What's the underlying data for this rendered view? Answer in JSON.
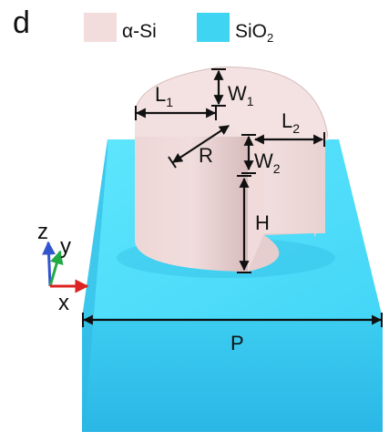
{
  "panel_label": "d",
  "legend": [
    {
      "label": "α-Si",
      "color": "#f2dcdc"
    },
    {
      "label": "SiO",
      "sub": "2",
      "color": "#3fd4f2"
    }
  ],
  "dimensions": {
    "L1": {
      "main": "L",
      "sub": "1"
    },
    "W1": {
      "main": "W",
      "sub": "1"
    },
    "L2": {
      "main": "L",
      "sub": "2"
    },
    "W2": {
      "main": "W",
      "sub": "2"
    },
    "R": {
      "main": "R"
    },
    "H": {
      "main": "H"
    },
    "P": {
      "main": "P"
    }
  },
  "axes": {
    "z": "z",
    "y": "y",
    "x": "x",
    "colors": {
      "z": "#3355cc",
      "y": "#22aa44",
      "x": "#dd2222"
    }
  },
  "colors": {
    "substrate_top": "#4fe0fb",
    "substrate_front": "#36c8ee",
    "substrate_side": "#1fa6d2",
    "pillar_top": "#f4e3e3",
    "pillar_side": "#e4c9c9"
  }
}
